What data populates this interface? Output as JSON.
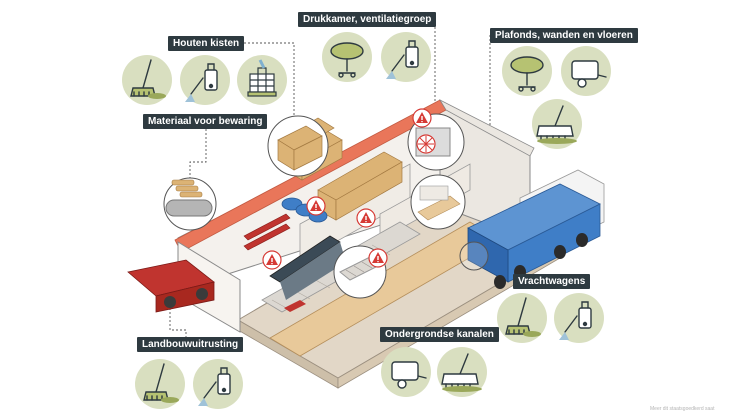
{
  "labels": {
    "houten_kisten": "Houten kisten",
    "drukkamer": "Drukkamer, ventilatiegroep",
    "plafonds": "Plafonds, wanden en vloeren",
    "materiaal": "Materiaal voor bewaring",
    "vrachtwagens": "Vrachtwagens",
    "ondergrondse": "Ondergrondse kanalen",
    "landbouw": "Landbouwuitrusting"
  },
  "credit": "Meer dit staatsgoedkerd saat",
  "colors": {
    "label_bg": "#2e3a40",
    "icon_bg": "#d9dfc0",
    "icon_accent": "#b6c272",
    "roof": "#e9765a",
    "crates": "#dcb375",
    "truck": "#3f7ec7",
    "machine": "#c0342f",
    "warning": "#d63a35",
    "floor": "#e2d7c7",
    "wall": "#f4f1ed"
  },
  "icons": [
    {
      "group": "houten-kisten",
      "kind": "broom"
    },
    {
      "group": "houten-kisten",
      "kind": "sprayer"
    },
    {
      "group": "houten-kisten",
      "kind": "ibc-tank"
    },
    {
      "group": "drukkamer",
      "kind": "fogger"
    },
    {
      "group": "drukkamer",
      "kind": "sprayer"
    },
    {
      "group": "plafonds",
      "kind": "fogger"
    },
    {
      "group": "plafonds",
      "kind": "trailer"
    },
    {
      "group": "plafonds",
      "kind": "floor-scrubber"
    },
    {
      "group": "vrachtwagens",
      "kind": "broom"
    },
    {
      "group": "vrachtwagens",
      "kind": "sprayer"
    },
    {
      "group": "ondergrondse",
      "kind": "trailer"
    },
    {
      "group": "ondergrondse",
      "kind": "floor-scrubber"
    },
    {
      "group": "landbouw",
      "kind": "broom"
    },
    {
      "group": "landbouw",
      "kind": "sprayer"
    }
  ]
}
